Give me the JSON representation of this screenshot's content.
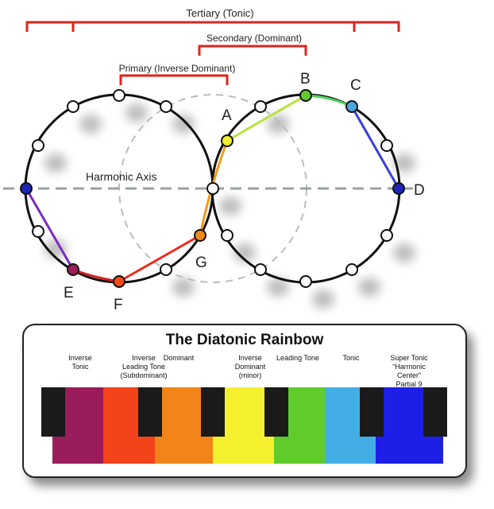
{
  "brackets": {
    "tertiary": "Tertiary (Tonic)",
    "secondary": "Secondary (Dominant)",
    "primary": "Primary (Inverse Dominant)"
  },
  "axis_label": "Harmonic Axis",
  "nodes": {
    "A": "A",
    "B": "B",
    "C": "C",
    "D": "D",
    "E": "E",
    "F": "F",
    "G": "G"
  },
  "colors": {
    "bracket": "#e0241b",
    "circle": "#111111",
    "dashed": "#9aa39c",
    "A": "#f2ee2a",
    "B": "#62c92d",
    "C": "#4aa6de",
    "D": "#1d24b8",
    "E": "#a01d5b",
    "F": "#f24b14",
    "G": "#f28a17"
  },
  "panel": {
    "title": "The Diatonic Rainbow",
    "labels": [
      "Inverse\nTonic",
      "Inverse\nLeading Tone\n(Subdominant)",
      "Dominant",
      "Inverse\nDominant\n(minor)",
      "Leading Tone",
      "Tonic",
      "Super Tonic\n“Harmonic Center”\nPartial 9"
    ],
    "key_colors": [
      "#9b1c5a",
      "#f2431a",
      "#f28517",
      "#f4f02d",
      "#5fcc2c",
      "#43aee6",
      "#1d1fe6"
    ]
  }
}
